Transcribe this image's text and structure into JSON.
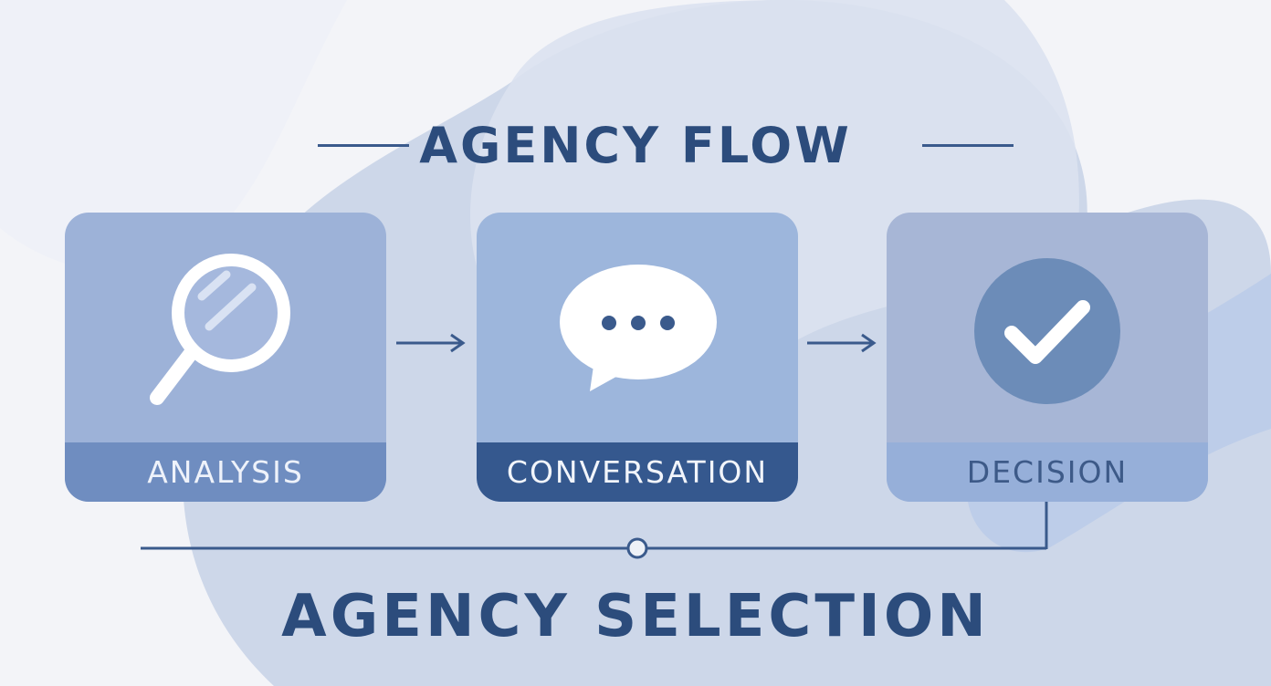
{
  "diagram": {
    "title": "AGENCY FLOW",
    "footer_title": "AGENCY SELECTION",
    "steps": [
      {
        "label": "ANALYSIS",
        "icon": "magnifier-icon"
      },
      {
        "label": "CONVERSATION",
        "icon": "speech-bubble-icon"
      },
      {
        "label": "DECISION",
        "icon": "checkmark-circle-icon"
      }
    ]
  },
  "colors": {
    "title": "#2c4c7c",
    "analysis_card": "#9db2d8",
    "analysis_band": "#6f8dc0",
    "conversation_card": "#9db6dc",
    "conversation_band": "#35588e",
    "decision_card": "#a7b6d6",
    "decision_band": "#96afd9",
    "line": "#3a5a8c"
  }
}
